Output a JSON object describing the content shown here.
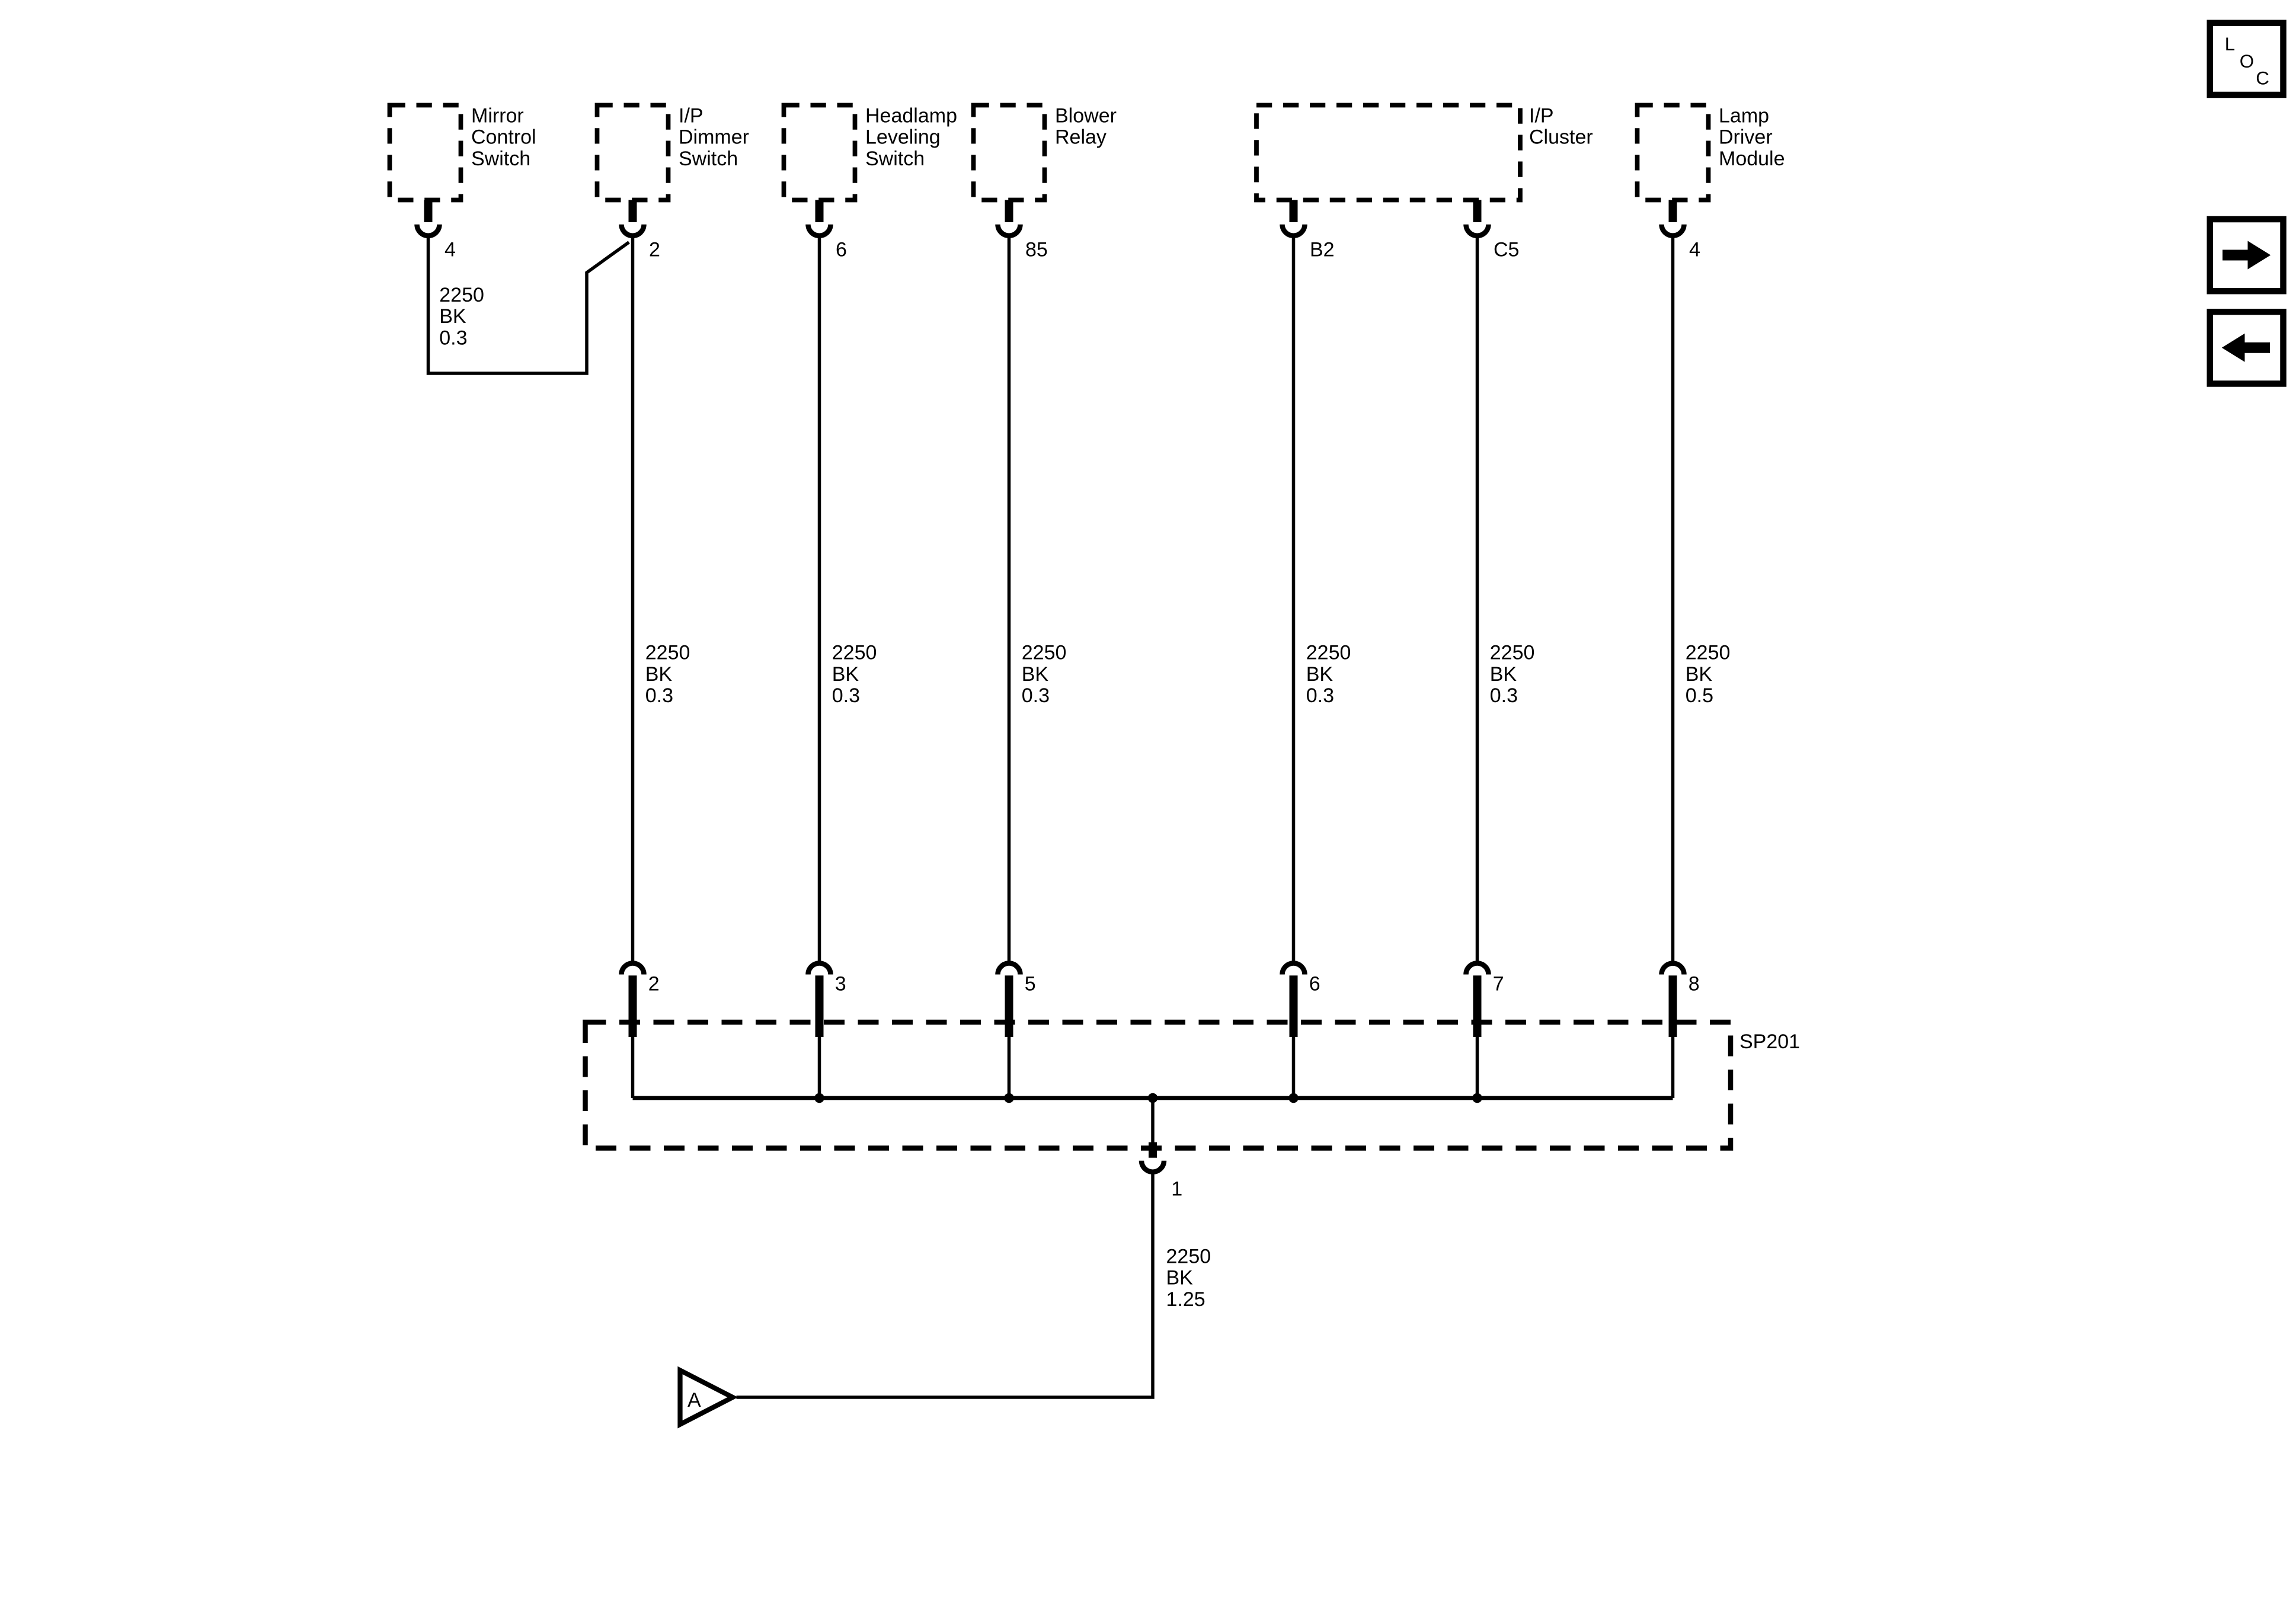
{
  "palette": {
    "ink": "#000000",
    "paper": "#ffffff"
  },
  "nav": {
    "loc_letters": [
      "L",
      "O",
      "C"
    ]
  },
  "diagram": {
    "boxes": [
      {
        "label_lines": [
          "Mirror",
          "Control",
          "Switch"
        ]
      },
      {
        "label_lines": [
          "I/P",
          "Dimmer",
          "Switch"
        ]
      },
      {
        "label_lines": [
          "Headlamp",
          "Leveling",
          "Switch"
        ]
      },
      {
        "label_lines": [
          "Blower",
          "Relay"
        ]
      },
      {
        "label_lines": [
          "I/P",
          "Cluster"
        ]
      },
      {
        "label_lines": [
          "Lamp",
          "Driver",
          "Module"
        ]
      }
    ],
    "top_pins": [
      "4",
      "2",
      "6",
      "85",
      "B2",
      "C5",
      "4"
    ],
    "branch_wire": {
      "circuit": "2250",
      "color": "BK",
      "gauge": "0.3"
    },
    "wires": [
      {
        "circuit": "2250",
        "color": "BK",
        "gauge": "0.3"
      },
      {
        "circuit": "2250",
        "color": "BK",
        "gauge": "0.3"
      },
      {
        "circuit": "2250",
        "color": "BK",
        "gauge": "0.3"
      },
      {
        "circuit": "2250",
        "color": "BK",
        "gauge": "0.3"
      },
      {
        "circuit": "2250",
        "color": "BK",
        "gauge": "0.3"
      },
      {
        "circuit": "2250",
        "color": "BK",
        "gauge": "0.5"
      }
    ],
    "splice": {
      "id": "SP201",
      "pins": [
        "2",
        "3",
        "5",
        "6",
        "7",
        "8"
      ],
      "out_pin": "1",
      "out_wire": {
        "circuit": "2250",
        "color": "BK",
        "gauge": "1.25"
      }
    },
    "ground": {
      "ref": "A"
    }
  }
}
